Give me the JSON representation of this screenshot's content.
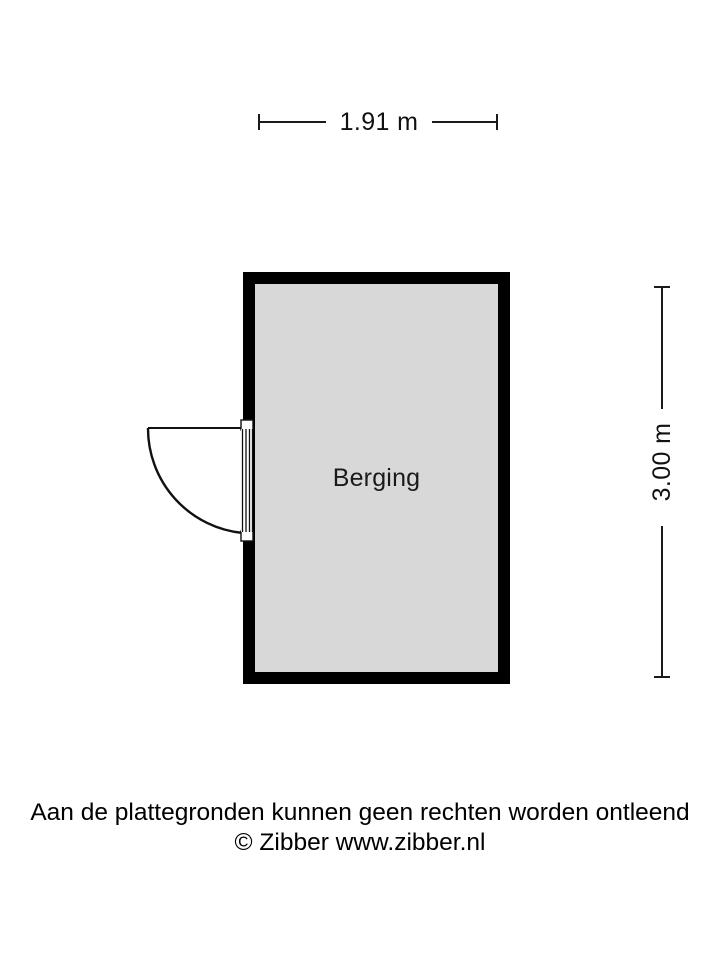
{
  "plan": {
    "room": {
      "label": "Berging",
      "fill_color": "#d8d8d8",
      "wall_color": "#000000"
    },
    "dimensions": {
      "horizontal": {
        "label": "1.91 m",
        "value": 1.91,
        "unit": "m",
        "orientation": "horizontal"
      },
      "vertical": {
        "label": "3.00 m",
        "value": 3.0,
        "unit": "m",
        "orientation": "vertical"
      }
    },
    "door": {
      "name": "door-swing",
      "wall": "left",
      "swing": "outward-left",
      "hinge": "top"
    }
  },
  "caption": {
    "line1": "Aan de plattegronden kunnen geen rechten worden ontleend",
    "line2": "© Zibber www.zibber.nl"
  }
}
